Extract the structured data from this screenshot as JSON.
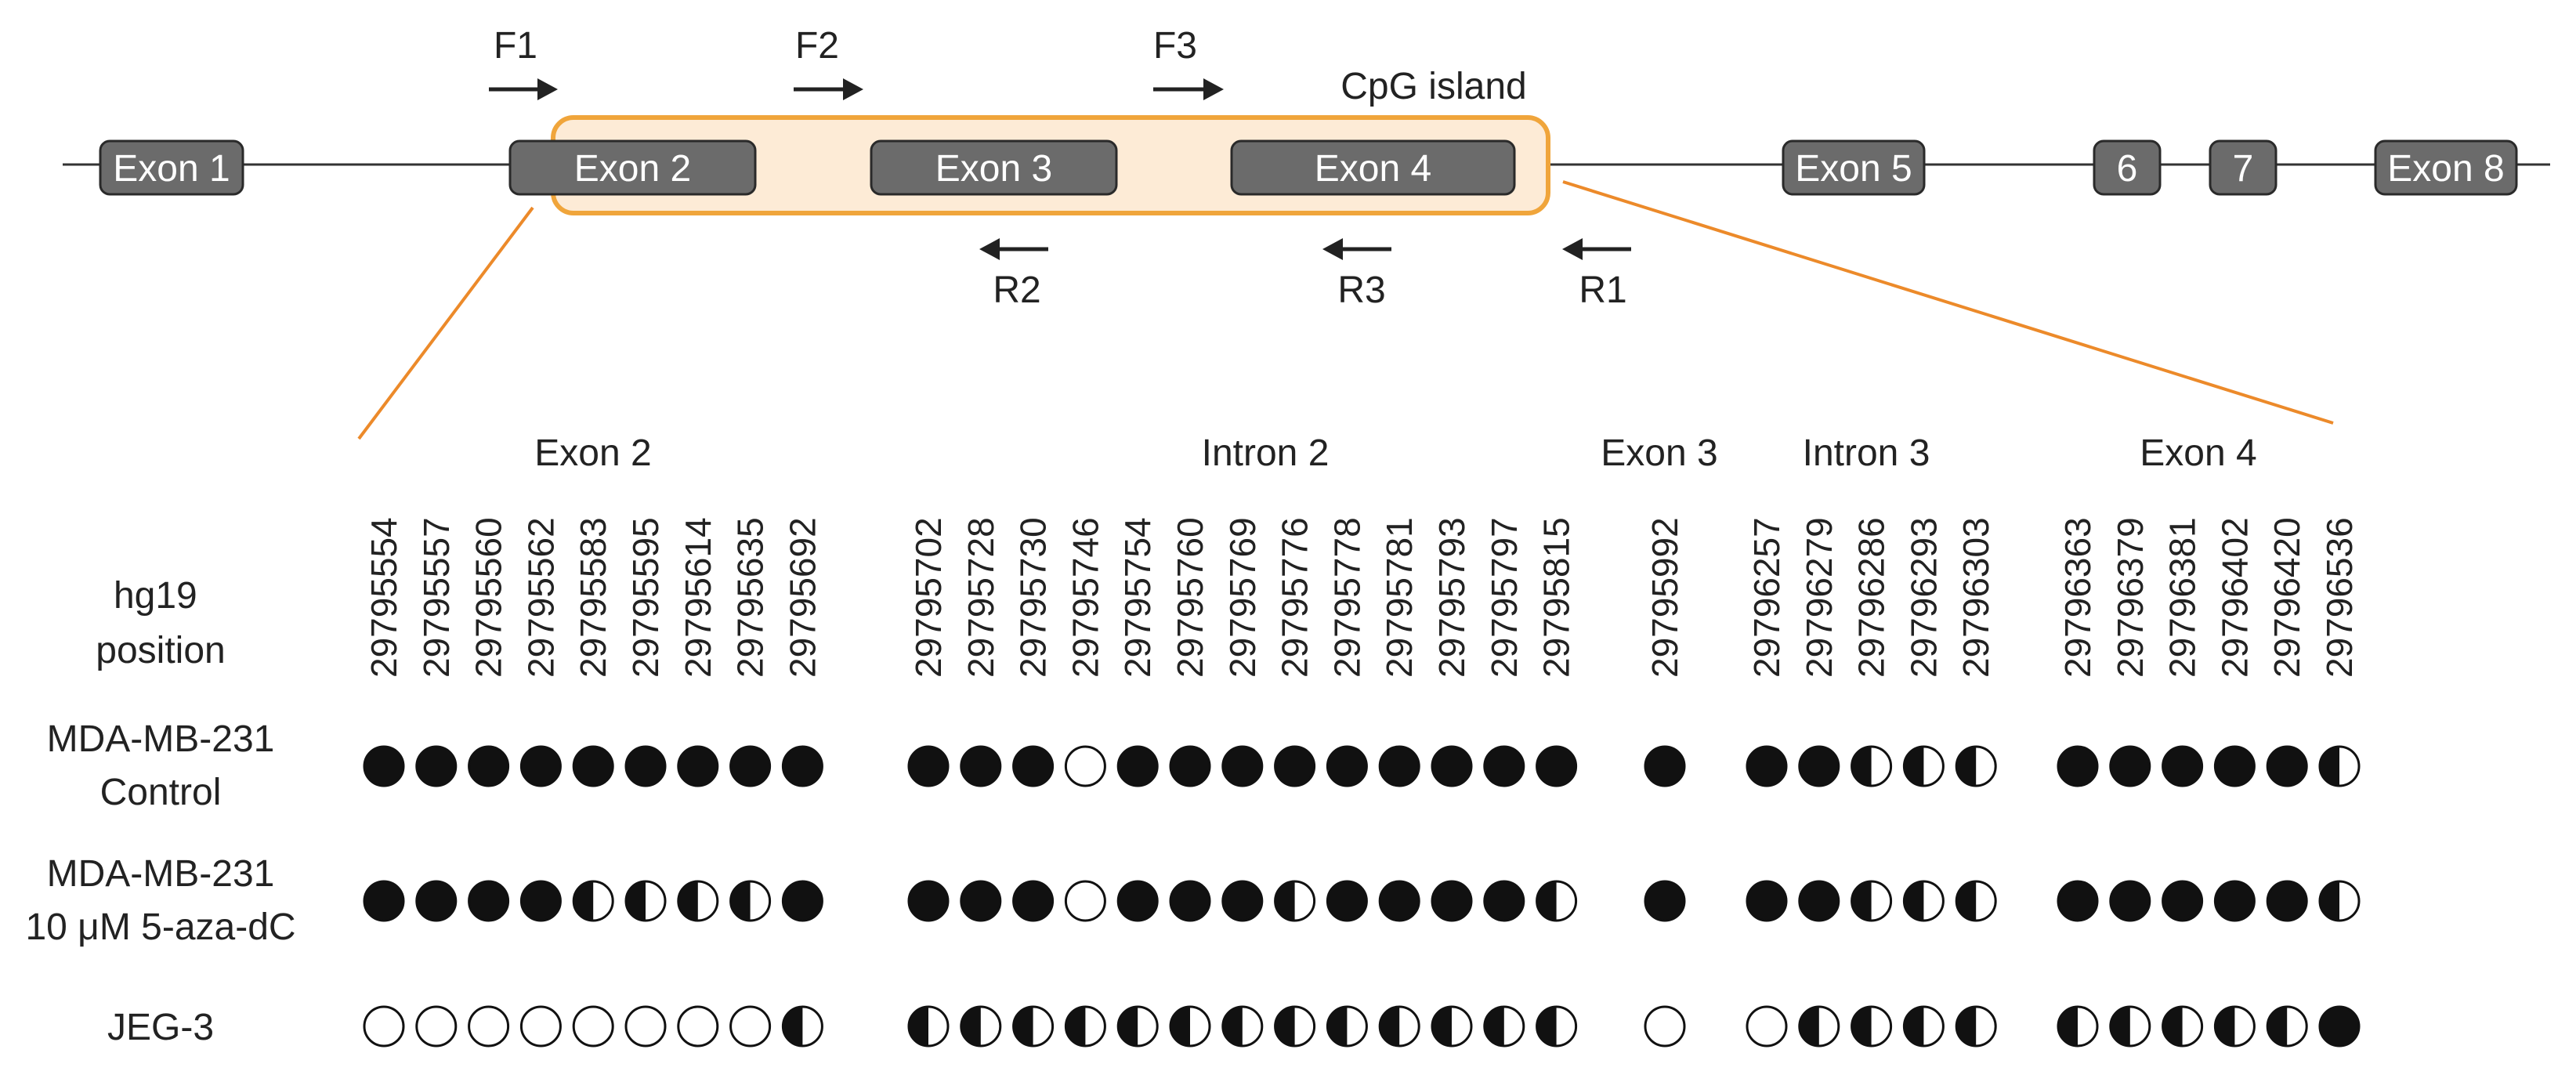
{
  "gene_map": {
    "exons": [
      {
        "label": "Exon 1"
      },
      {
        "label": "Exon 2"
      },
      {
        "label": "Exon 3"
      },
      {
        "label": "Exon 4"
      },
      {
        "label": "Exon 5"
      },
      {
        "label": "6"
      },
      {
        "label": "7"
      },
      {
        "label": "Exon 8"
      }
    ],
    "cpg_island_label": "CpG island",
    "forward_primers": [
      "F1",
      "F2",
      "F3"
    ],
    "reverse_primers": [
      "R2",
      "R3",
      "R1"
    ]
  },
  "region_headers": [
    "Exon 2",
    "Intron 2",
    "Exon 3",
    "Intron 3",
    "Exon 4"
  ],
  "position_label": "hg19\nposition",
  "regions": [
    {
      "name": "Exon 2",
      "positions": [
        "29795554",
        "29795557",
        "29795560",
        "29795562",
        "29795583",
        "29795595",
        "29795614",
        "29795635",
        "29795692"
      ]
    },
    {
      "name": "Intron 2",
      "positions": [
        "29795702",
        "29795728",
        "29795730",
        "29795746",
        "29795754",
        "29795760",
        "29795769",
        "29795776",
        "29795778",
        "29795781",
        "29795793",
        "29795797",
        "29795815"
      ]
    },
    {
      "name": "Exon 3",
      "positions": [
        "29795992"
      ]
    },
    {
      "name": "Intron 3",
      "positions": [
        "29796257",
        "29796279",
        "29796286",
        "29796293",
        "29796303"
      ]
    },
    {
      "name": "Exon 4",
      "positions": [
        "29796363",
        "29796379",
        "29796381",
        "29796402",
        "29796420",
        "29796536"
      ]
    }
  ],
  "samples": [
    {
      "label": "MDA-MB-231\nControl",
      "states": [
        [
          "full",
          "full",
          "full",
          "full",
          "full",
          "full",
          "full",
          "full",
          "full"
        ],
        [
          "full",
          "full",
          "full",
          "empty",
          "full",
          "full",
          "full",
          "full",
          "full",
          "full",
          "full",
          "full",
          "full"
        ],
        [
          "full"
        ],
        [
          "full",
          "full",
          "half",
          "half",
          "half"
        ],
        [
          "full",
          "full",
          "full",
          "full",
          "full",
          "half"
        ]
      ]
    },
    {
      "label": "MDA-MB-231\n10 μM 5-aza-dC",
      "states": [
        [
          "full",
          "full",
          "full",
          "full",
          "half",
          "half",
          "half",
          "half",
          "full"
        ],
        [
          "full",
          "full",
          "full",
          "empty",
          "full",
          "full",
          "full",
          "half",
          "full",
          "full",
          "full",
          "full",
          "half"
        ],
        [
          "full"
        ],
        [
          "full",
          "full",
          "half",
          "half",
          "half"
        ],
        [
          "full",
          "full",
          "full",
          "full",
          "full",
          "half"
        ]
      ]
    },
    {
      "label": "JEG-3",
      "states": [
        [
          "empty",
          "empty",
          "empty",
          "empty",
          "empty",
          "empty",
          "empty",
          "empty",
          "half"
        ],
        [
          "half",
          "half",
          "half",
          "half",
          "half",
          "half",
          "half",
          "half",
          "half",
          "half",
          "half",
          "half",
          "half"
        ],
        [
          "empty"
        ],
        [
          "empty",
          "half",
          "half",
          "half",
          "half"
        ],
        [
          "half",
          "half",
          "half",
          "half",
          "half",
          "full"
        ]
      ]
    }
  ],
  "colors": {
    "exon_fill": "#6b6b6b",
    "exon_text": "#ffffff",
    "cpg_fill": "#fdebd6",
    "cpg_stroke": "#f0a53b",
    "zoom_line": "#ec8a2a",
    "dot": "#111111"
  }
}
